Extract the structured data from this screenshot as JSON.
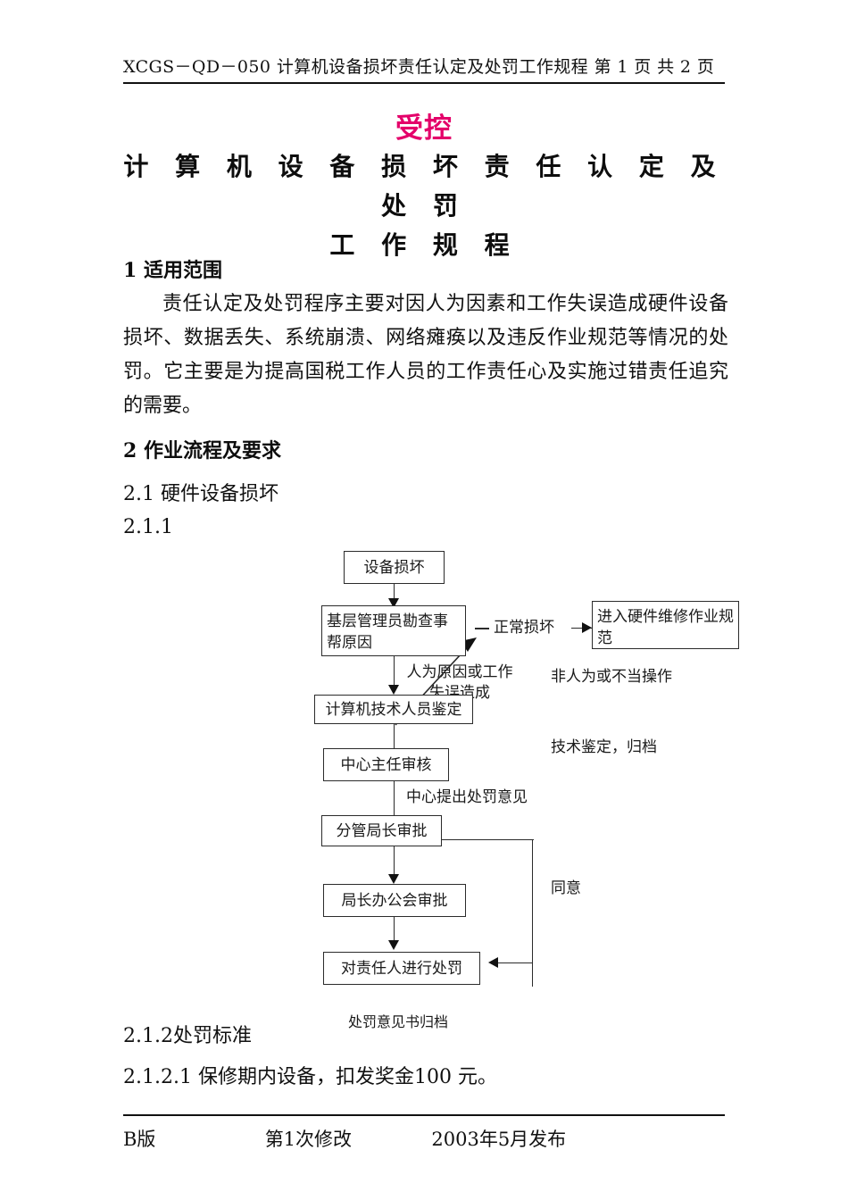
{
  "header": {
    "text": "XCGS－QD－050 计算机设备损坏责任认定及处罚工作规程  第 1 页 共 2 页"
  },
  "stamp": {
    "label": "受控",
    "color": "#e4006a"
  },
  "title": {
    "line1": "计 算 机 设 备 损 坏 责 任 认 定 及 处 罚",
    "line2": "工 作 规 程"
  },
  "sections": {
    "s1_heading": "1  适用范围",
    "s1_paragraph": "责任认定及处罚程序主要对因人为因素和工作失误造成硬件设备损坏、数据丢失、系统崩溃、网络瘫痪以及违反作业规范等情况的处罚。它主要是为提高国税工作人员的工作责任心及实施过错责任追究的需要。",
    "s2_heading": "2    作业流程及要求",
    "s2_1": "2.1   硬件设备损坏",
    "s2_1_1": "2.1.1",
    "s2_1_2": "2.1.2处罚标准",
    "s2_1_2_1": "2.1.2.1 保修期内设备，扣发奖金100  元。"
  },
  "flowchart": {
    "boxes": {
      "equipment_damage": "设备损坏",
      "grassroots_investigation": "基层管理员勘查事帮原因",
      "hardware_repair_spec": "进入硬件维修作业规范",
      "technician_appraisal": "计算机技术人员鉴定",
      "center_director_review": "中心主任审核",
      "deputy_director_approval": "分管局长审批",
      "director_office_approval": "局长办公会审批",
      "punish_responsible_person": "对责任人进行处罚"
    },
    "labels": {
      "normal_damage": "正常损坏",
      "human_cause": "人为原因或工作失误造成",
      "non_human_cause": "非人为或不当操作",
      "technical_appraisal_archive": "技术鉴定，归档",
      "center_punishment_opinion": "中心提出处罚意见",
      "agree": "同意",
      "punishment_archive": "处罚意见书归档"
    }
  },
  "footer": {
    "version": "B版",
    "revision": "第1次修改",
    "issue_date": "2003年5月发布"
  }
}
